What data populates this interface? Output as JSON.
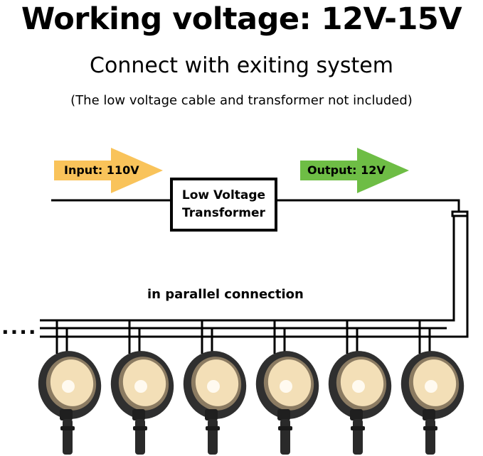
{
  "header": {
    "title": "Working voltage: 12V-15V",
    "subtitle": "Connect with exiting system",
    "note": "(The low voltage cable and transformer not included)"
  },
  "diagram": {
    "input_label": "Input: 110V",
    "output_label": "Output: 12V",
    "transformer_line1": "Low Voltage",
    "transformer_line2": "Transformer",
    "connection_label": "in parallel connection",
    "continuation": "....",
    "light_count": 6,
    "colors": {
      "input_arrow": "#f9c35a",
      "output_arrow": "#6ebd45",
      "wire": "#000000",
      "lamp_body": "#2f2f2f",
      "lamp_glow": "#f3dfb7"
    }
  }
}
